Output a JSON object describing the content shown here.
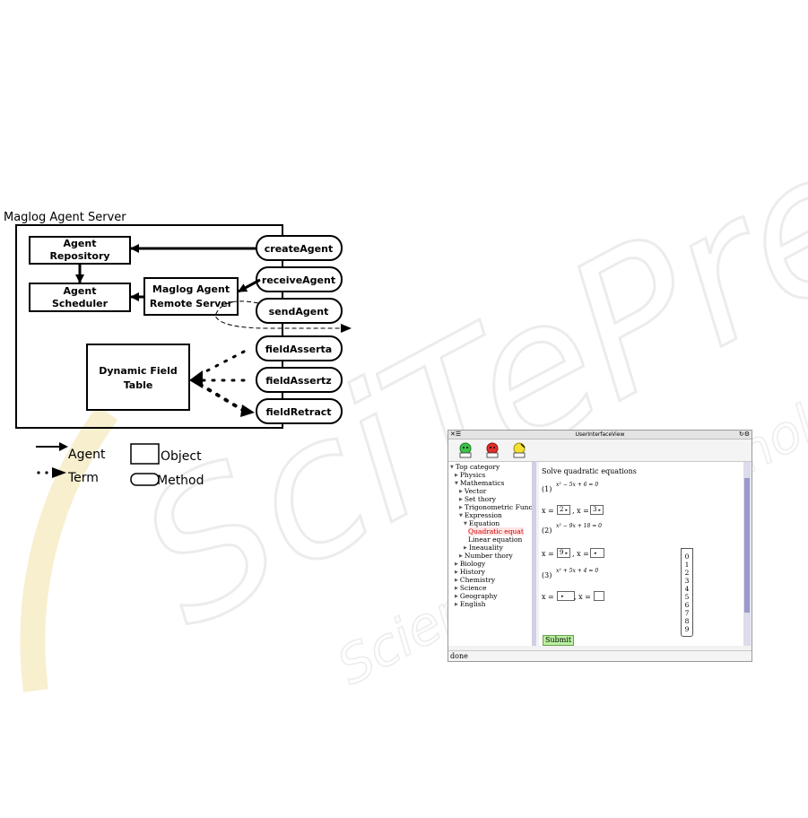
{
  "watermark": {
    "main": "SciTePress",
    "sub": "Science and Technology Publications"
  },
  "diagram": {
    "title": "Maglog Agent Server",
    "components": {
      "repository": [
        "Agent",
        "Repository"
      ],
      "scheduler": [
        "Agent",
        "Scheduler"
      ],
      "remote": [
        "Maglog Agent",
        "Remote Server"
      ],
      "field_table": [
        "Dynamic Field",
        "Table"
      ]
    },
    "methods": [
      "createAgent",
      "receiveAgent",
      "sendAgent",
      "fieldAsserta",
      "fieldAssertz",
      "fieldRetract"
    ],
    "legend": {
      "agent": "Agent",
      "term": "Term",
      "object": "Object",
      "method": "Method"
    }
  },
  "ui": {
    "window_title": "UserInterfaceView",
    "status": "done",
    "tree": [
      {
        "label": "Top category",
        "expanded": true,
        "depth": 0
      },
      {
        "label": "Physics",
        "expanded": false,
        "depth": 1
      },
      {
        "label": "Mathematics",
        "expanded": true,
        "depth": 1
      },
      {
        "label": "Vector",
        "expanded": false,
        "depth": 2
      },
      {
        "label": "Set thory",
        "expanded": false,
        "depth": 2
      },
      {
        "label": "Trigonometric Func",
        "expanded": false,
        "depth": 2
      },
      {
        "label": "Expression",
        "expanded": true,
        "depth": 2
      },
      {
        "label": "Equation",
        "expanded": true,
        "depth": 3
      },
      {
        "label": "Quadratic equat",
        "selected": true,
        "depth": 4
      },
      {
        "label": "Linear equation",
        "depth": 4
      },
      {
        "label": "Ineauality",
        "expanded": false,
        "depth": 3
      },
      {
        "label": "Number thory",
        "expanded": false,
        "depth": 2
      },
      {
        "label": "Biology",
        "expanded": false,
        "depth": 1
      },
      {
        "label": "History",
        "expanded": false,
        "depth": 1
      },
      {
        "label": "Chemistry",
        "expanded": false,
        "depth": 1
      },
      {
        "label": "Science",
        "expanded": false,
        "depth": 1
      },
      {
        "label": "Geography",
        "expanded": false,
        "depth": 1
      },
      {
        "label": "English",
        "expanded": false,
        "depth": 1
      }
    ],
    "content": {
      "heading": "Solve quadratic equations",
      "problems": [
        {
          "number": "(1)",
          "equation": "x² − 5x + 6 = 0",
          "answer1": "2",
          "answer2": "3"
        },
        {
          "number": "(2)",
          "equation": "x² − 9x + 18 = 0",
          "answer1": "9",
          "answer2": ""
        },
        {
          "number": "(3)",
          "equation": "x² + 5x + 4 = 0",
          "answer1": "",
          "answer2": ""
        }
      ],
      "x_label": "x =",
      "separator": ", x =",
      "dropdown_options": [
        "0",
        "1",
        "2",
        "3",
        "4",
        "5",
        "6",
        "7",
        "8",
        "9"
      ],
      "submit_label": "Submit"
    }
  }
}
